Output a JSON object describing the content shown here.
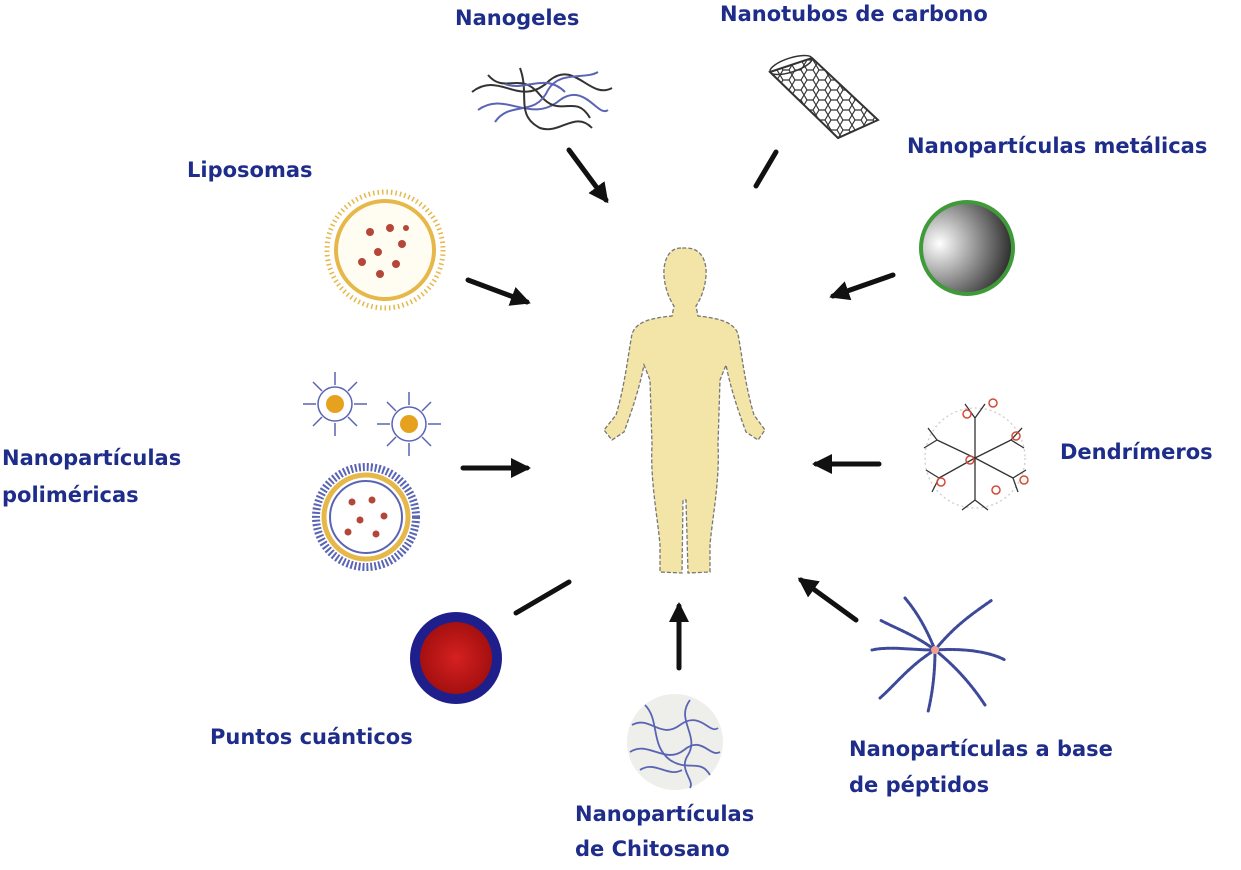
{
  "labels": {
    "nanogeles": "Nanogeles",
    "nanotubos": "Nanotubos de carbono",
    "liposomas": "Liposomas",
    "metalicas": "Nanopartículas metálicas",
    "polimericas_1": "Nanopartículas",
    "polimericas_2": "poliméricas",
    "dendrimeros": "Dendrímeros",
    "puntos": "Puntos cuánticos",
    "chitosano_1": "Nanopartículas",
    "chitosano_2": "de Chitosano",
    "peptidos_1": "Nanopartículas a base",
    "peptidos_2": "de péptidos"
  },
  "colors": {
    "label_text": "#1f2d8a",
    "body_fill": "#f3e5a8",
    "arrow": "#111111",
    "liposome_ring": "#e6b84a",
    "liposome_dots": "#b5463a",
    "metallic_rim": "#3f9a3a",
    "quantum_core": "#c01a1a",
    "quantum_shell": "#1f1f8c",
    "polymer_strands": "#5a64b4"
  }
}
